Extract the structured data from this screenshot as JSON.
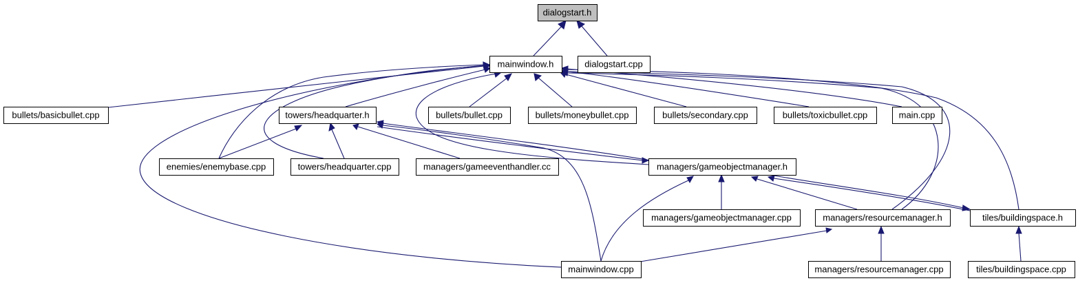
{
  "graph": {
    "colors": {
      "edge": "#191970",
      "node_fill": "#ffffff",
      "focus_fill": "#bfbfbf",
      "border": "#000000"
    },
    "nodes": [
      {
        "id": "dialogstart_h",
        "label": "dialogstart.h",
        "focus": true
      },
      {
        "id": "mainwindow_h",
        "label": "mainwindow.h"
      },
      {
        "id": "dialogstart_cpp",
        "label": "dialogstart.cpp"
      },
      {
        "id": "basicbullet_cpp",
        "label": "bullets/basicbullet.cpp"
      },
      {
        "id": "headquarter_h",
        "label": "towers/headquarter.h"
      },
      {
        "id": "bullet_cpp",
        "label": "bullets/bullet.cpp"
      },
      {
        "id": "moneybullet_cpp",
        "label": "bullets/moneybullet.cpp"
      },
      {
        "id": "secondary_cpp",
        "label": "bullets/secondary.cpp"
      },
      {
        "id": "toxicbullet_cpp",
        "label": "bullets/toxicbullet.cpp"
      },
      {
        "id": "main_cpp",
        "label": "main.cpp"
      },
      {
        "id": "enemybase_cpp",
        "label": "enemies/enemybase.cpp"
      },
      {
        "id": "headquarter_cpp",
        "label": "towers/headquarter.cpp"
      },
      {
        "id": "gameeventhandler_cc",
        "label": "managers/gameeventhandler.cc"
      },
      {
        "id": "gameobjectmanager_h",
        "label": "managers/gameobjectmanager.h"
      },
      {
        "id": "gameobjectmanager_cpp",
        "label": "managers/gameobjectmanager.cpp"
      },
      {
        "id": "resourcemanager_h",
        "label": "managers/resourcemanager.h"
      },
      {
        "id": "buildingspace_h",
        "label": "tiles/buildingspace.h"
      },
      {
        "id": "mainwindow_cpp",
        "label": "mainwindow.cpp"
      },
      {
        "id": "resourcemanager_cpp",
        "label": "managers/resourcemanager.cpp"
      },
      {
        "id": "buildingspace_cpp",
        "label": "tiles/buildingspace.cpp"
      }
    ]
  }
}
